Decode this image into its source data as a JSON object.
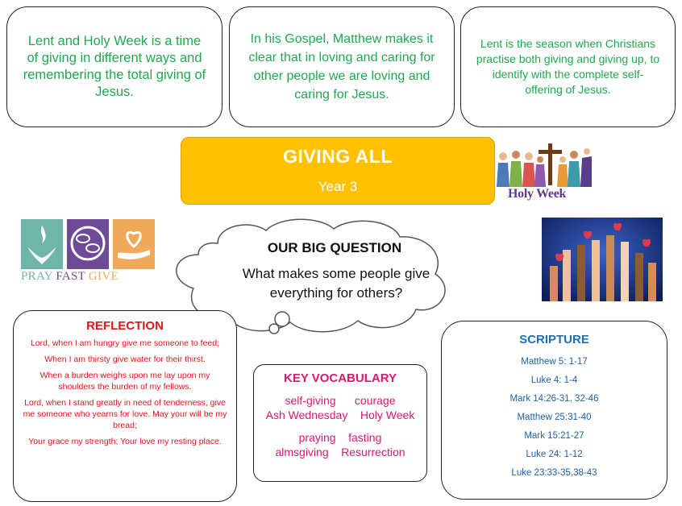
{
  "intro": [
    "Lent and Holy Week is a time of giving in different ways and remembering the total giving of Jesus.",
    "In his Gospel, Matthew makes it clear that in loving and caring for other people we are loving and caring for Jesus.",
    "Lent is the season when Christians practise both giving and giving up, to identify with the complete self-offering of Jesus."
  ],
  "banner": {
    "title": "GIVING ALL",
    "subtitle": "Year 3"
  },
  "holy_week_logo": "Holy Week",
  "pray_fast_give": {
    "pray": "PRAY",
    "fast": "FAST",
    "give": "GIVE"
  },
  "big_question": {
    "title": "OUR BIG QUESTION",
    "text": "What makes some people give everything for others?"
  },
  "reflection": {
    "title": "REFLECTION",
    "lines": [
      "Lord, when I am hungry give me someone to feed;",
      "When I am thirsty give water for their thirst.",
      "When a burden weighs upon me lay upon my shoulders the burden of my fellows.",
      "Lord, when I stand greatly in need of tenderness, give me someone who yearns for love.  May your will be my bread;",
      "Your grace my strength; Your love my resting place."
    ]
  },
  "vocabulary": {
    "title": "KEY VOCABULARY",
    "lines": [
      "self-giving      courage",
      "Ash Wednesday    Holy Week",
      "praying    fasting",
      "almsgiving    Resurrection"
    ]
  },
  "scripture": {
    "title": "SCRIPTURE",
    "refs": [
      "Matthew 5: 1-17",
      "Luke 4: 1-4",
      "Mark 14:26-31, 32-46",
      "Matthew 25:31-40",
      "Mark 15:21-27",
      "Luke 24: 1-12",
      "Luke 23:33-35,38-43"
    ]
  },
  "colors": {
    "intro_text": "#1fa84f",
    "banner": "#ffc000",
    "reflection": "#e0161d",
    "vocabulary": "#e0166e",
    "scripture": "#1f6fb3"
  }
}
